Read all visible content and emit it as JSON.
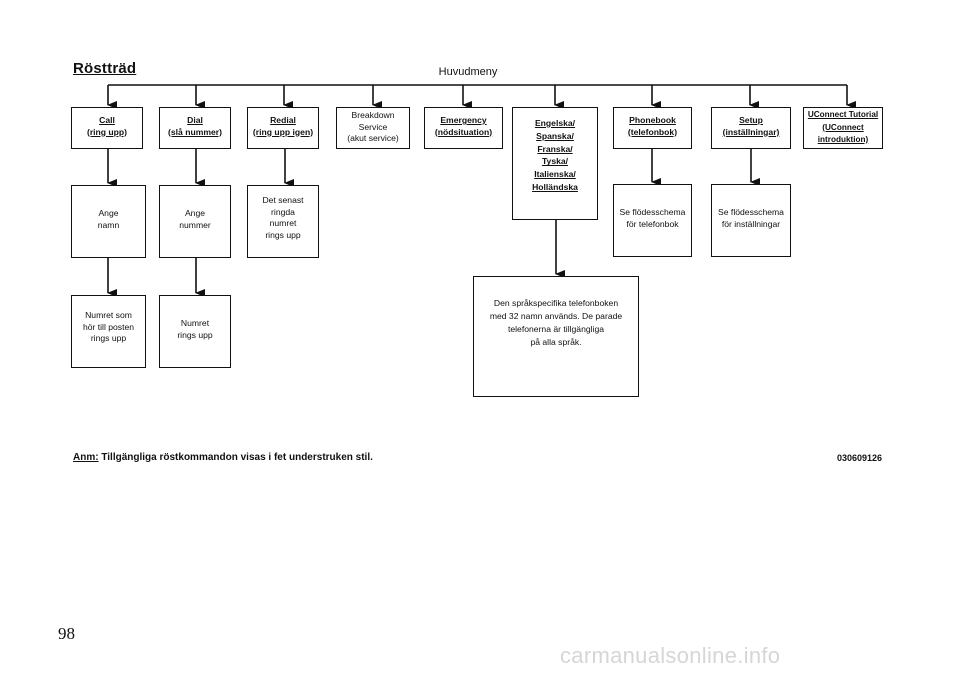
{
  "diagram": {
    "title": "Röstträd",
    "root": "Huvudmeny",
    "level1": [
      {
        "lines": [
          "Call",
          "(ring upp)"
        ],
        "bold": true
      },
      {
        "lines": [
          "Dial",
          "(slå nummer)"
        ],
        "bold": true
      },
      {
        "lines": [
          "Redial",
          "(ring upp igen)"
        ],
        "bold": true
      },
      {
        "lines": [
          "Breakdown",
          "Service",
          "(akut service)"
        ],
        "bold": false
      },
      {
        "lines": [
          "Emergency",
          "(nödsituation)"
        ],
        "bold": true
      },
      {
        "lines": [
          "Engelska/",
          "Spanska/",
          "Franska/",
          "Tyska/",
          "Italienska/",
          "Holländska"
        ],
        "bold": true
      },
      {
        "lines": [
          "Phonebook",
          "(telefonbok)"
        ],
        "bold": true
      },
      {
        "lines": [
          "Setup",
          "(inställningar)"
        ],
        "bold": true
      },
      {
        "lines": [
          "UConnect Tutorial",
          "(UConnect",
          "introduktion)"
        ],
        "bold": true
      }
    ],
    "level2": [
      {
        "lines": [
          "Ange",
          "namn"
        ]
      },
      {
        "lines": [
          "Ange",
          "nummer"
        ]
      },
      {
        "lines": [
          "Det senast",
          "ringda",
          "numret",
          "rings upp"
        ]
      },
      {
        "lines": [
          "Se flödesschema",
          "för telefonbok"
        ]
      },
      {
        "lines": [
          "Se flödesschema",
          "för inställningar"
        ]
      },
      {
        "lines": [
          "Den språkspecifika telefonboken",
          "med 32 namn används. De parade",
          "telefonerna är tillgängliga",
          "på alla språk."
        ]
      }
    ],
    "level3": [
      {
        "lines": [
          "Numret som",
          "hör till posten",
          "rings upp"
        ]
      },
      {
        "lines": [
          "Numret",
          "rings upp"
        ]
      }
    ]
  },
  "note": {
    "prefix": "Anm:",
    "text": " Tillgängliga röstkommandon visas i fet understruken stil."
  },
  "figure_code": "030609126",
  "page_number": "98",
  "watermark": "carmanualsonline.info"
}
